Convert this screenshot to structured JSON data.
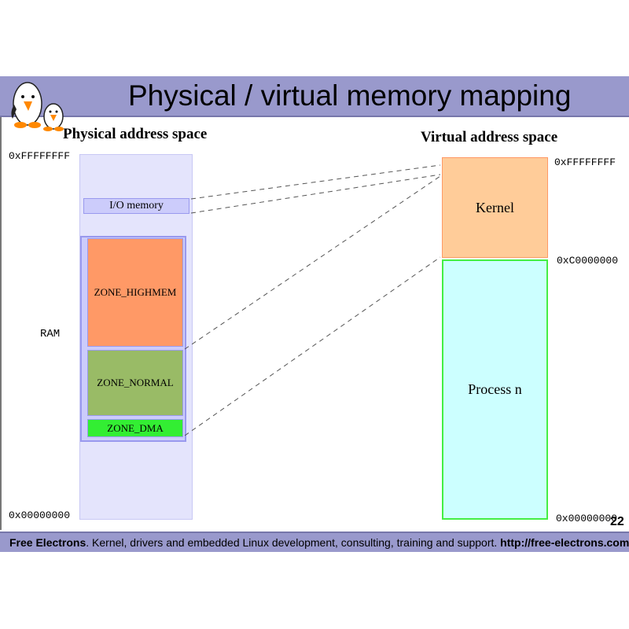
{
  "slide": {
    "title": "Physical / virtual memory mapping",
    "logo": "penguins-logo-icon",
    "page_number": "22"
  },
  "physical": {
    "heading": "Physical address space",
    "top_address": "0xFFFFFFFF",
    "bottom_address": "0x00000000",
    "ram_label": "RAM",
    "io_memory_label": "I/O memory",
    "zones": [
      {
        "label": "ZONE_HIGHMEM",
        "color": "#ff9966"
      },
      {
        "label": "ZONE_NORMAL",
        "color": "#99bb66"
      },
      {
        "label": "ZONE_DMA",
        "color": "#33ee33"
      }
    ]
  },
  "virtual": {
    "heading": "Virtual address space",
    "top_address": "0xFFFFFFFF",
    "split_address": "0xC0000000",
    "bottom_address": "0x00000000",
    "kernel_label": "Kernel",
    "kernel_color": "#ffcc99",
    "process_label": "Process n",
    "process_color": "#ccffff"
  },
  "footer": {
    "brand": "Free Electrons",
    "text": ". Kernel, drivers and embedded Linux development, consulting, training and support. ",
    "url": "http://free-electrons.com"
  }
}
